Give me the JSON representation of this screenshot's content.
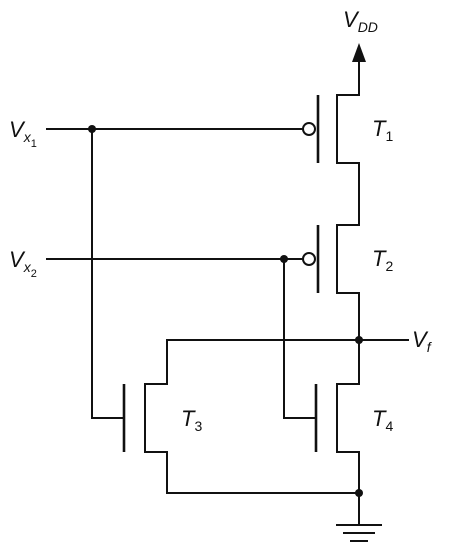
{
  "labels": {
    "vdd": {
      "main": "V",
      "sub": "DD"
    },
    "vx1": {
      "main": "V",
      "sub": "x",
      "subsub": "1"
    },
    "vx2": {
      "main": "V",
      "sub": "x",
      "subsub": "2"
    },
    "vf": {
      "main": "V",
      "sub": "f"
    },
    "t1": {
      "main": "T",
      "sub": "1"
    },
    "t2": {
      "main": "T",
      "sub": "2"
    },
    "t3": {
      "main": "T",
      "sub": "3"
    },
    "t4": {
      "main": "T",
      "sub": "4"
    }
  },
  "colors": {
    "stroke": "#111111",
    "background": "#ffffff"
  }
}
